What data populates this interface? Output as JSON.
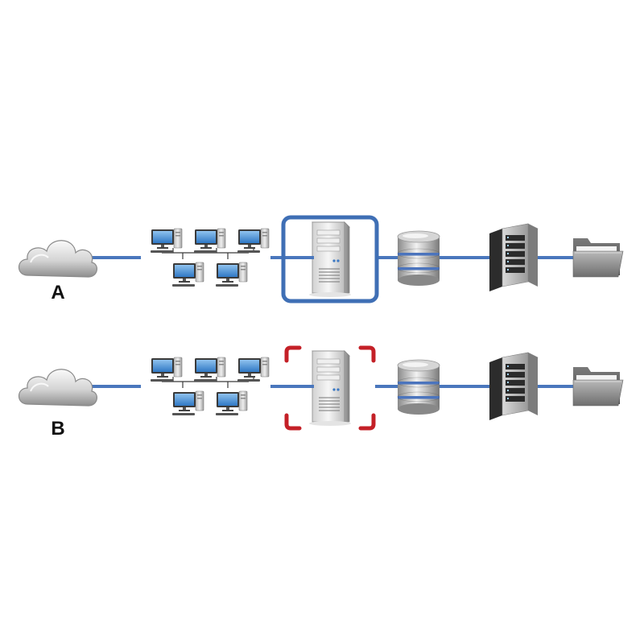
{
  "rows": [
    {
      "label": "A",
      "highlight_style": "solid-box",
      "highlight_color": "#3f6fb5",
      "nodes": [
        {
          "icon": "cloud-icon"
        },
        {
          "icon": "workstations-group-icon"
        },
        {
          "icon": "server-icon"
        },
        {
          "icon": "database-icon"
        },
        {
          "icon": "server-rack-icon"
        },
        {
          "icon": "folder-icon"
        }
      ]
    },
    {
      "label": "B",
      "highlight_style": "dashed-corners",
      "highlight_color": "#c42027",
      "nodes": [
        {
          "icon": "cloud-icon"
        },
        {
          "icon": "workstations-group-icon"
        },
        {
          "icon": "server-icon"
        },
        {
          "icon": "database-icon"
        },
        {
          "icon": "server-rack-icon"
        },
        {
          "icon": "folder-icon"
        }
      ]
    }
  ],
  "colors": {
    "connector": "#4a77bd",
    "label_text": "#111111"
  }
}
